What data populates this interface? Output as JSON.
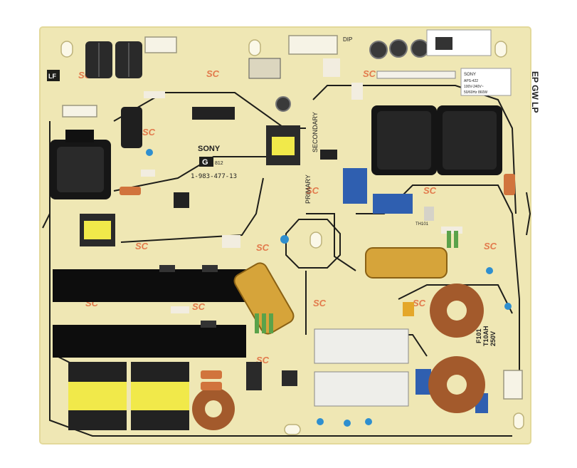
{
  "colors": {
    "board": "#efe7b4",
    "board_edge": "#e3d99a",
    "trace": "#1e1e1a",
    "heatsink": "#0d0d0d",
    "capacitor_gold": "#d6a43a",
    "capacitor_dark": "#2a2a2a",
    "transformer_yellow": "#f1e94a",
    "inductor_blue": "#2f5fb0",
    "copper": "#a35a2c",
    "watermark": "#e0673a"
  },
  "silkscreen": {
    "brand": "SONY",
    "board_number": "1-983-477-13",
    "board_code": "G",
    "board_code_small": "812",
    "primary": "PRIMARY",
    "secondary": "SECONDARY",
    "board_name": "EP GW LP",
    "dip": "DIP",
    "fuse_ref": "F101",
    "fuse_rating": "T10AH",
    "fuse_voltage": "250V",
    "thermistor_ref": "TH101",
    "corner_mark": "LF",
    "watermark": "SC"
  },
  "labels": {
    "ps_label_brand": "SONY",
    "ps_label_model": "APS-422",
    "ps_label_input": "100V-240V~",
    "ps_label_freq": "50/60Hz 860W"
  }
}
